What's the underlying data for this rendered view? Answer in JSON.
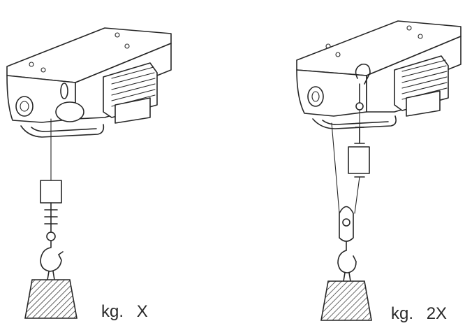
{
  "hoists": [
    {
      "id": "single-line",
      "unit": "kg.",
      "load_factor": "X"
    },
    {
      "id": "double-line",
      "unit": "kg.",
      "load_factor": "2X"
    }
  ]
}
